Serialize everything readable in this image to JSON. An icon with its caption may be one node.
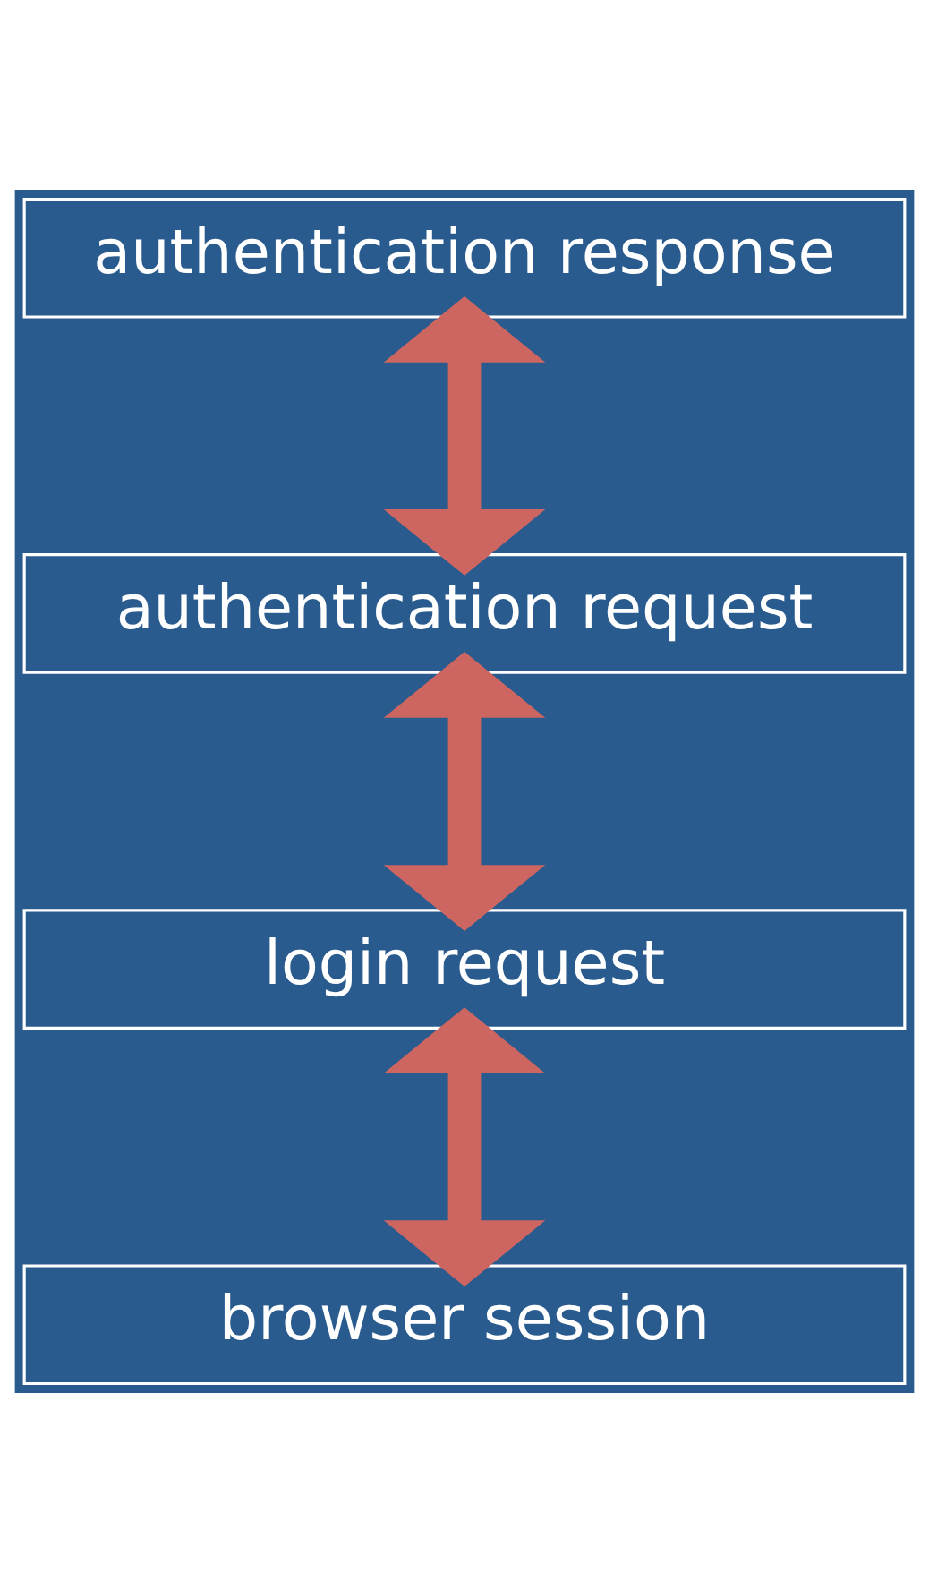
{
  "diagram": {
    "nodes": [
      {
        "text": [
          "authentication response"
        ]
      },
      {
        "text": [
          "authentication request"
        ]
      },
      {
        "text": [
          "login request"
        ]
      },
      {
        "text": [
          "browser session"
        ]
      }
    ],
    "edges": [
      {
        "from": 0,
        "to": 1,
        "arrow": "both"
      },
      {
        "from": 1,
        "to": 2,
        "arrow": "both"
      },
      {
        "from": 2,
        "to": 3,
        "arrow": "both"
      }
    ]
  }
}
